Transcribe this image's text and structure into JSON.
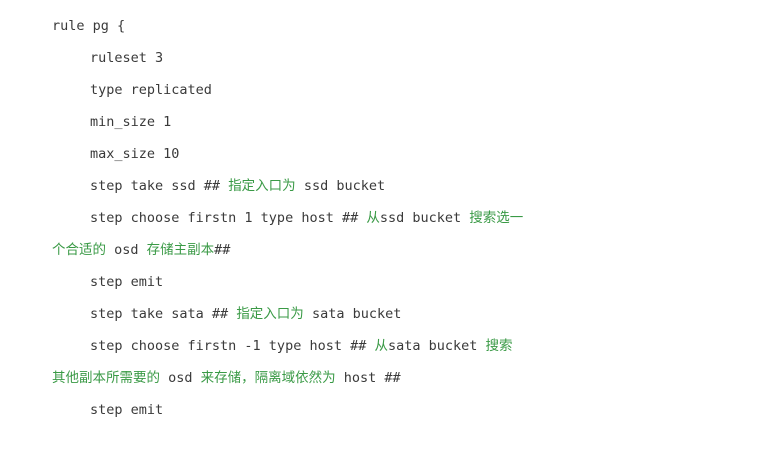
{
  "block": {
    "language": "ceph-crush-rule",
    "colors": {
      "code_text": "#3a3a3a",
      "comment_text": "#3a9a46",
      "background": "#ffffff"
    },
    "lines": [
      {
        "indent": 0,
        "wrapped": false,
        "tokens": [
          {
            "kind": "code",
            "text": "rule pg {"
          }
        ]
      },
      {
        "indent": 1,
        "wrapped": false,
        "tokens": [
          {
            "kind": "code",
            "text": "ruleset 3"
          }
        ]
      },
      {
        "indent": 1,
        "wrapped": false,
        "tokens": [
          {
            "kind": "code",
            "text": "type replicated"
          }
        ]
      },
      {
        "indent": 1,
        "wrapped": false,
        "tokens": [
          {
            "kind": "code",
            "text": "min_size 1"
          }
        ]
      },
      {
        "indent": 1,
        "wrapped": false,
        "tokens": [
          {
            "kind": "code",
            "text": "max_size 10"
          }
        ]
      },
      {
        "indent": 1,
        "wrapped": false,
        "tokens": [
          {
            "kind": "code",
            "text": "step take ssd "
          },
          {
            "kind": "hash",
            "text": "## "
          },
          {
            "kind": "cmt",
            "text": "指定入口为"
          },
          {
            "kind": "code",
            "text": " ssd bucket"
          }
        ]
      },
      {
        "indent": 1,
        "wrapped": false,
        "tokens": [
          {
            "kind": "code",
            "text": "step choose firstn 1 type host "
          },
          {
            "kind": "hash",
            "text": "## "
          },
          {
            "kind": "cmt",
            "text": "从"
          },
          {
            "kind": "code",
            "text": "ssd bucket "
          },
          {
            "kind": "cmt",
            "text": "搜索选一"
          }
        ]
      },
      {
        "indent": 0,
        "wrapped": true,
        "tokens": [
          {
            "kind": "cmt",
            "text": "个合适的"
          },
          {
            "kind": "code",
            "text": " osd "
          },
          {
            "kind": "cmt",
            "text": "存储主副本"
          },
          {
            "kind": "hash",
            "text": "##"
          }
        ]
      },
      {
        "indent": 1,
        "wrapped": false,
        "tokens": [
          {
            "kind": "code",
            "text": "step emit"
          }
        ]
      },
      {
        "indent": 1,
        "wrapped": false,
        "tokens": [
          {
            "kind": "code",
            "text": "step take sata "
          },
          {
            "kind": "hash",
            "text": "## "
          },
          {
            "kind": "cmt",
            "text": "指定入口为"
          },
          {
            "kind": "code",
            "text": " sata bucket"
          }
        ]
      },
      {
        "indent": 1,
        "wrapped": false,
        "tokens": [
          {
            "kind": "code",
            "text": "step choose firstn -1 type host "
          },
          {
            "kind": "hash",
            "text": "## "
          },
          {
            "kind": "cmt",
            "text": "从"
          },
          {
            "kind": "code",
            "text": "sata bucket "
          },
          {
            "kind": "cmt",
            "text": "搜索"
          }
        ]
      },
      {
        "indent": 0,
        "wrapped": true,
        "tokens": [
          {
            "kind": "cmt",
            "text": "其他副本所需要的"
          },
          {
            "kind": "code",
            "text": " osd "
          },
          {
            "kind": "cmt",
            "text": "来存储，隔离域依然为"
          },
          {
            "kind": "code",
            "text": " host "
          },
          {
            "kind": "hash",
            "text": "##"
          }
        ]
      },
      {
        "indent": 1,
        "wrapped": false,
        "tokens": [
          {
            "kind": "code",
            "text": "step emit"
          }
        ]
      }
    ]
  }
}
